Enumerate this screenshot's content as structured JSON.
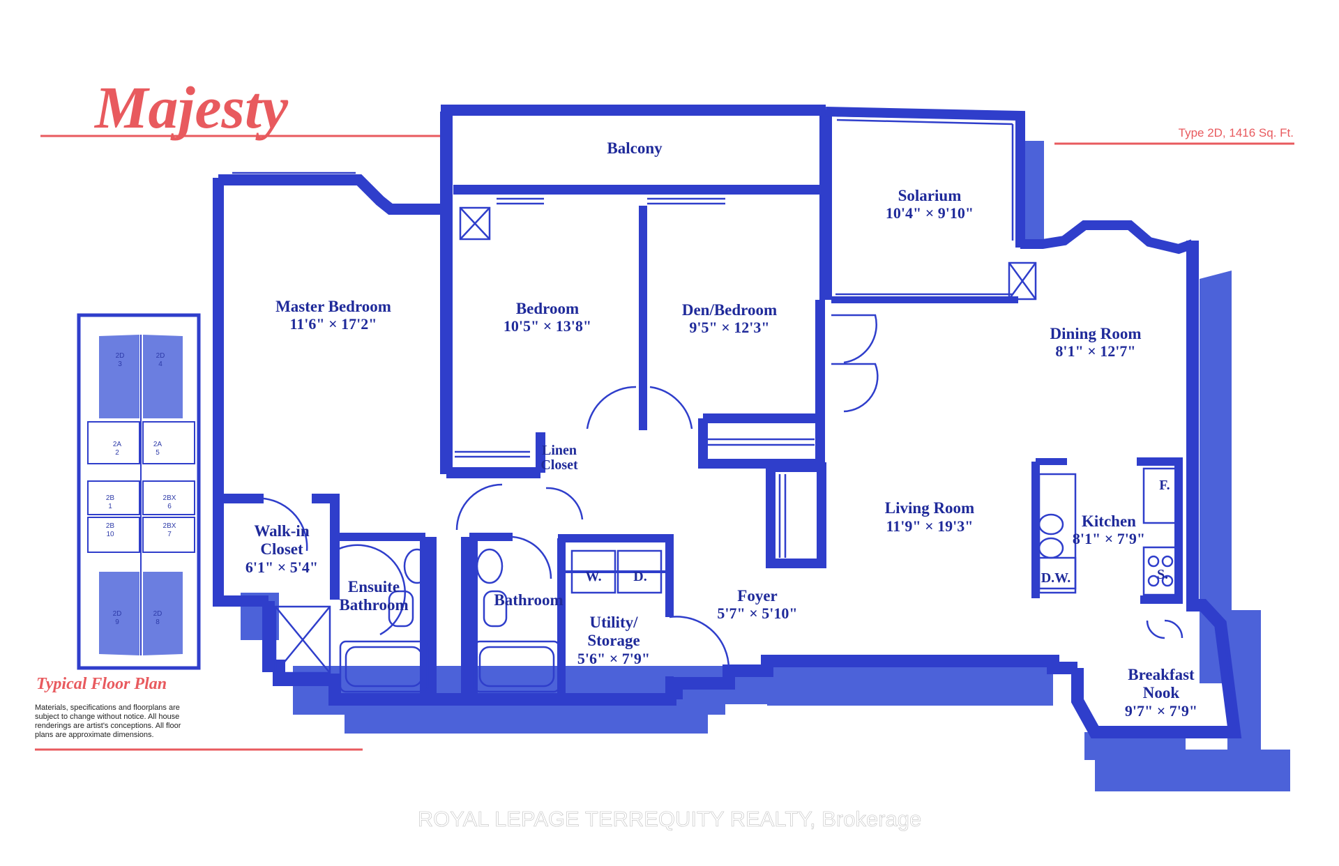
{
  "title": "Majesty",
  "unit_type": "Type 2D, 1416 Sq. Ft.",
  "typical_floor_plan": "Typical Floor Plan",
  "disclaimer": [
    "Materials, specifications and floorplans are",
    "subject to change without notice. All house",
    "renderings are artist's conceptions. All floor",
    "plans are approximate dimensions."
  ],
  "watermark": "ROYAL LEPAGE TERREQUITY REALTY, Brokerage",
  "rooms": {
    "balcony": {
      "name": "Balcony"
    },
    "solarium": {
      "name": "Solarium",
      "dim": "10'4\" × 9'10\""
    },
    "master_bedroom": {
      "name": "Master Bedroom",
      "dim": "11'6\" × 17'2\""
    },
    "bedroom": {
      "name": "Bedroom",
      "dim": "10'5\" × 13'8\""
    },
    "den_bedroom": {
      "name": "Den/Bedroom",
      "dim": "9'5\" × 12'3\""
    },
    "dining_room": {
      "name": "Dining Room",
      "dim": "8'1\" × 12'7\""
    },
    "linen_closet": {
      "line1": "Linen",
      "line2": "Closet"
    },
    "living_room": {
      "name": "Living Room",
      "dim": "11'9\" × 19'3\""
    },
    "kitchen": {
      "name": "Kitchen",
      "dim": "8'1\" × 7'9\""
    },
    "walk_in_closet": {
      "line1": "Walk-in",
      "line2": "Closet",
      "dim": "6'1\" × 5'4\""
    },
    "ensuite_bathroom": {
      "line1": "Ensuite",
      "line2": "Bathroom"
    },
    "bathroom": {
      "name": "Bathroom"
    },
    "utility_storage": {
      "line1": "Utility/",
      "line2": "Storage",
      "dim": "5'6\" × 7'9\""
    },
    "foyer": {
      "name": "Foyer",
      "dim": "5'7\" × 5'10\""
    },
    "breakfast_nook": {
      "line1": "Breakfast",
      "line2": "Nook",
      "dim": "9'7\" × 7'9\""
    }
  },
  "appliances": {
    "washer": "W.",
    "dryer": "D.",
    "fridge": "F.",
    "stove": "S.",
    "dishwasher": "D.W."
  },
  "key_plan": {
    "units": [
      {
        "code": "2D",
        "num": "3"
      },
      {
        "code": "2D",
        "num": "4"
      },
      {
        "code": "2A",
        "num": "2"
      },
      {
        "code": "2A",
        "num": "5"
      },
      {
        "code": "2B",
        "num": "1"
      },
      {
        "code": "2BX",
        "num": "6"
      },
      {
        "code": "2B",
        "num": "10"
      },
      {
        "code": "2BX",
        "num": "7"
      },
      {
        "code": "2D",
        "num": "9"
      },
      {
        "code": "2D",
        "num": "8"
      }
    ]
  },
  "colors": {
    "wall": "#2f3ecb",
    "shadow": "#4c62d9",
    "accent": "#e85a5e",
    "label": "#1f2a9a"
  }
}
